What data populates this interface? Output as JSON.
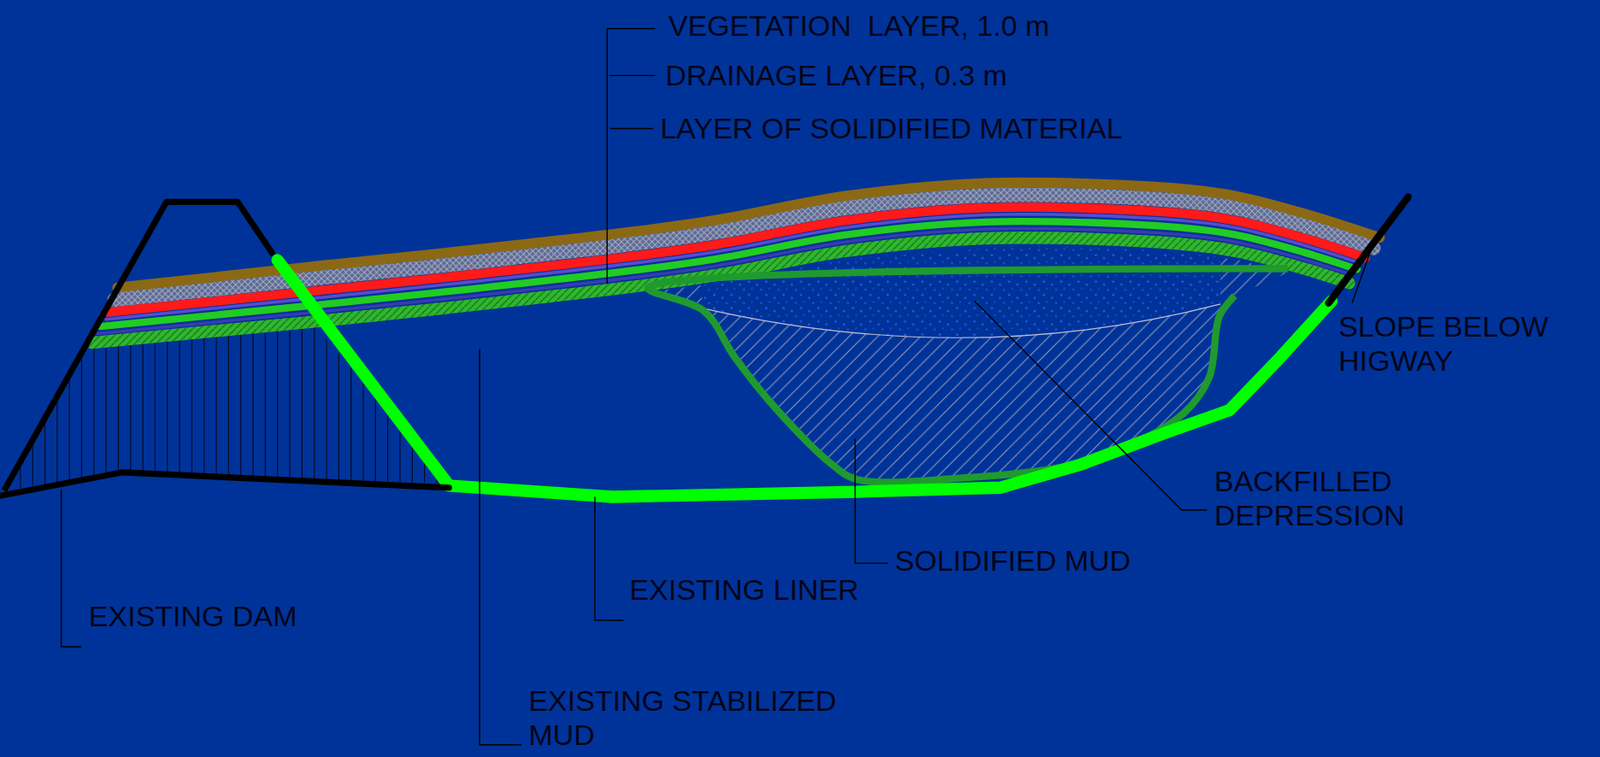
{
  "diagram": {
    "labels": [
      "VEGETATION  LAYER, 1.0 m",
      "DRAINAGE LAYER, 0.3 m",
      "LAYER OF SOLIDIFIED MATERIAL",
      "SLOPE BELOW HIGWAY",
      "BACKFILLED DEPRESSION",
      "SOLIDIFIED MUD",
      "EXISTING LINER",
      "EXISTING DAM",
      "EXISTING STABILIZED MUD"
    ]
  }
}
